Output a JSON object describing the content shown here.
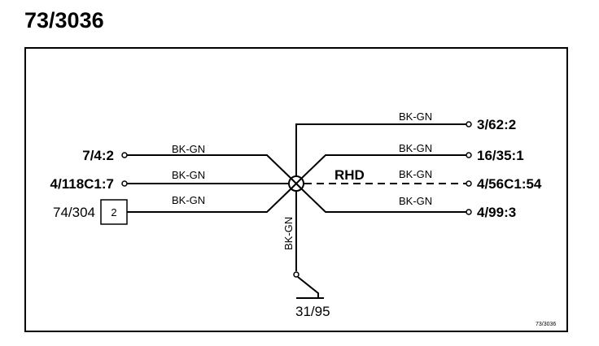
{
  "title": "73/3036",
  "diagram_ref": "73/3036",
  "wire_color": "BK-GN",
  "left_connectors": [
    {
      "label": "7/4:2",
      "wire": "BK-GN"
    },
    {
      "label": "4/118C1:7",
      "wire": "BK-GN"
    },
    {
      "label": "74/304",
      "pin": "2",
      "wire": "BK-GN"
    }
  ],
  "right_connectors": [
    {
      "label": "3/62:2",
      "wire": "BK-GN"
    },
    {
      "label": "16/35:1",
      "wire": "BK-GN"
    },
    {
      "label": "4/56C1:54",
      "wire": "BK-GN",
      "variant": "RHD",
      "style": "dashed"
    },
    {
      "label": "4/99:3",
      "wire": "BK-GN"
    }
  ],
  "ground": {
    "label": "31/95",
    "wire": "BK-GN"
  }
}
